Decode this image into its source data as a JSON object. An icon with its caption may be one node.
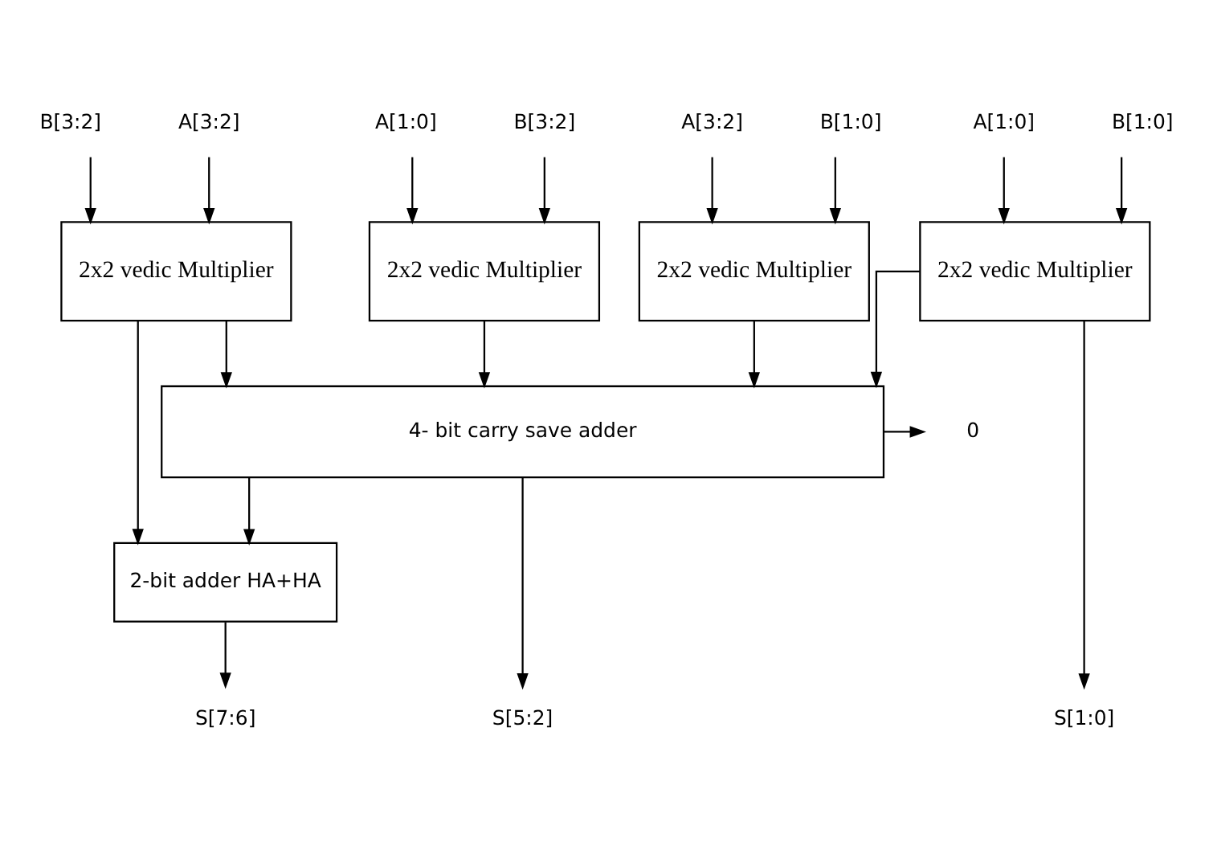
{
  "diagram": {
    "nodes": [
      {
        "text": [
          "B[3:2]"
        ]
      },
      {
        "text": [
          "A[3:2]"
        ]
      },
      {
        "text": [
          "A[1:0]"
        ]
      },
      {
        "text": [
          "B[3:2]"
        ]
      },
      {
        "text": [
          "A[3:2]"
        ]
      },
      {
        "text": [
          "B[1:0]"
        ]
      },
      {
        "text": [
          "A[1:0]"
        ]
      },
      {
        "text": [
          "B[1:0]"
        ]
      },
      {
        "text": [
          "2x2 vedic Multiplier"
        ]
      },
      {
        "text": [
          "2x2 vedic Multiplier"
        ]
      },
      {
        "text": [
          "2x2 vedic Multiplier"
        ]
      },
      {
        "text": [
          "2x2 vedic Multiplier"
        ]
      },
      {
        "text": [
          "4- bit carry save adder"
        ]
      },
      {
        "text": [
          "0"
        ]
      },
      {
        "text": [
          "2-bit adder HA+HA"
        ]
      },
      {
        "text": [
          "S[7:6]"
        ]
      },
      {
        "text": [
          "S[5:2]"
        ]
      },
      {
        "text": [
          "S[1:0]"
        ]
      }
    ],
    "edges": [
      {
        "from": 0,
        "to": 8,
        "arrow": "to"
      },
      {
        "from": 1,
        "to": 8,
        "arrow": "to"
      },
      {
        "from": 2,
        "to": 9,
        "arrow": "to"
      },
      {
        "from": 3,
        "to": 9,
        "arrow": "to"
      },
      {
        "from": 4,
        "to": 10,
        "arrow": "to"
      },
      {
        "from": 5,
        "to": 10,
        "arrow": "to"
      },
      {
        "from": 6,
        "to": 11,
        "arrow": "to"
      },
      {
        "from": 7,
        "to": 11,
        "arrow": "to"
      },
      {
        "from": 8,
        "to": 14,
        "arrow": "to"
      },
      {
        "from": 8,
        "to": 12,
        "arrow": "to"
      },
      {
        "from": 9,
        "to": 12,
        "arrow": "to"
      },
      {
        "from": 10,
        "to": 12,
        "arrow": "to"
      },
      {
        "from": 11,
        "to": 12,
        "arrow": "to"
      },
      {
        "from": 11,
        "to": 17,
        "arrow": "to"
      },
      {
        "from": 12,
        "to": 13,
        "arrow": "to"
      },
      {
        "from": 12,
        "to": 14,
        "arrow": "to"
      },
      {
        "from": 12,
        "to": 16,
        "arrow": "to"
      },
      {
        "from": 14,
        "to": 15,
        "arrow": "to"
      }
    ]
  }
}
